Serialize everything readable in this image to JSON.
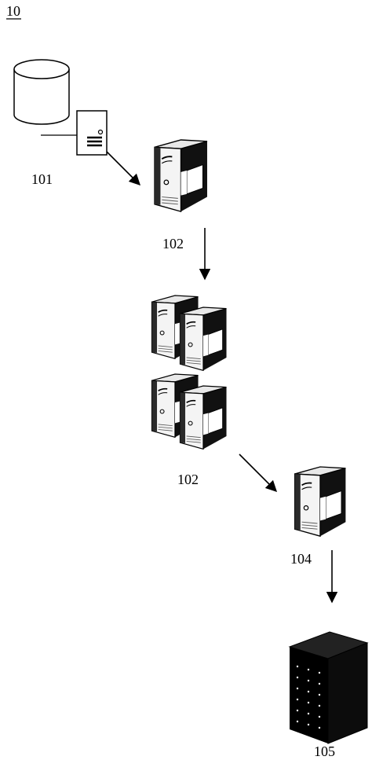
{
  "figure_number": "10",
  "labels": {
    "client": "101",
    "server_top": "102",
    "server_cluster": "102",
    "server_right": "104",
    "storage": "105"
  },
  "icons": {
    "database": "database-cylinder-icon",
    "client_computer": "desktop-tower-icon",
    "server": "server-tower-icon",
    "cluster": "server-cluster-icon",
    "storage": "storage-rack-icon"
  },
  "colors": {
    "ink": "#000000",
    "paper": "#ffffff",
    "server_face": "#1a1a1a",
    "server_highlight": "#f2f2f2"
  }
}
